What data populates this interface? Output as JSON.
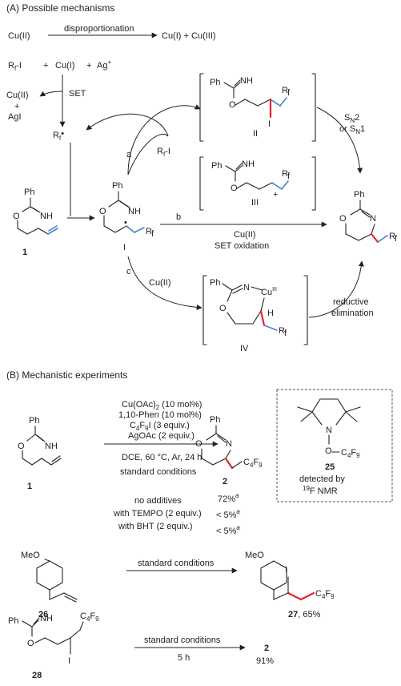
{
  "sectionA": {
    "title": "(A) Possible mechanisms",
    "cu2": "Cu(II)",
    "disproportionation": "disproportionation",
    "cu1_cu3": "Cu(I)  + Cu(III)",
    "rfi": "R",
    "rfi_sub": "f",
    "rfi_tail": "-I",
    "plus1": "+",
    "cu1": "Cu(I)",
    "plus2": "+",
    "ag": "Ag",
    "ag_sup": "+",
    "cu2_small": "Cu(II)",
    "plus3": "+",
    "agi": "AgI",
    "set": "SET",
    "rf_radical": "R",
    "rf_radical_sub": "f",
    "rf_radical_dot": "•",
    "path_a": "a",
    "rfi2": "R",
    "rfi2_sub": "f",
    "rfi2_tail": "-I",
    "path_b": "b",
    "path_c": "c",
    "cu2_b": "Cu(II)",
    "set_oxidation": "SET oxidation",
    "cu2_c": "Cu(II)",
    "sn2": "S",
    "sn2_sub": "N",
    "sn2_tail": "2",
    "or_sn1": "or S",
    "or_sn1_sub": "N",
    "or_sn1_tail": "1",
    "reductive": "reductive",
    "elimination": "elimination",
    "roman_I": "I",
    "roman_II": "II",
    "roman_III": "III",
    "roman_IV": "IV",
    "compound1": "1",
    "ph": "Ph",
    "nh": "NH",
    "n": "N",
    "o": "O",
    "i": "I",
    "h": "H",
    "cu_iii": "Cu",
    "cu_iii_sup": "III",
    "plus_cation": "+",
    "radical_dot": "•"
  },
  "sectionB": {
    "title": "(B) Mechanistic experiments",
    "cond1": "Cu(OAc)",
    "cond1_sub": "2",
    "cond1_tail": " (10 mol%)",
    "cond2": "1,10-Phen (10 mol%)",
    "cond3a": "C",
    "cond3_sub1": "4",
    "cond3b": "F",
    "cond3_sub2": "9",
    "cond3c": "I (3 equiv.)",
    "cond4": "AgOAc (2 equiv.)",
    "cond5": "DCE, 60 °C, Ar, 24 h",
    "cond6": "standard conditions",
    "compound1": "1",
    "compound2": "2",
    "c4f9_a": "C",
    "c4f9_s1": "4",
    "c4f9_b": "F",
    "c4f9_s2": "9",
    "no_additives": "no additives",
    "with_tempo": "with TEMPO (2 equiv.)",
    "with_bht": "with BHT (2 equiv.)",
    "y1": "72%",
    "y1_sup": "a",
    "y2": "< 5%",
    "y2_sup": "a",
    "y3": "< 5%",
    "y3_sup": "a",
    "compound25": "25",
    "detected_by": "detected by",
    "nmr_sup": "19",
    "nmr": "F NMR",
    "meo": "MeO",
    "compound26": "26",
    "std1": "standard conditions",
    "compound27": "27",
    "yield27": ", 65%",
    "compound28": "28",
    "std2": "standard conditions",
    "time": "5 h",
    "product2": "2",
    "yield2": "91%"
  }
}
